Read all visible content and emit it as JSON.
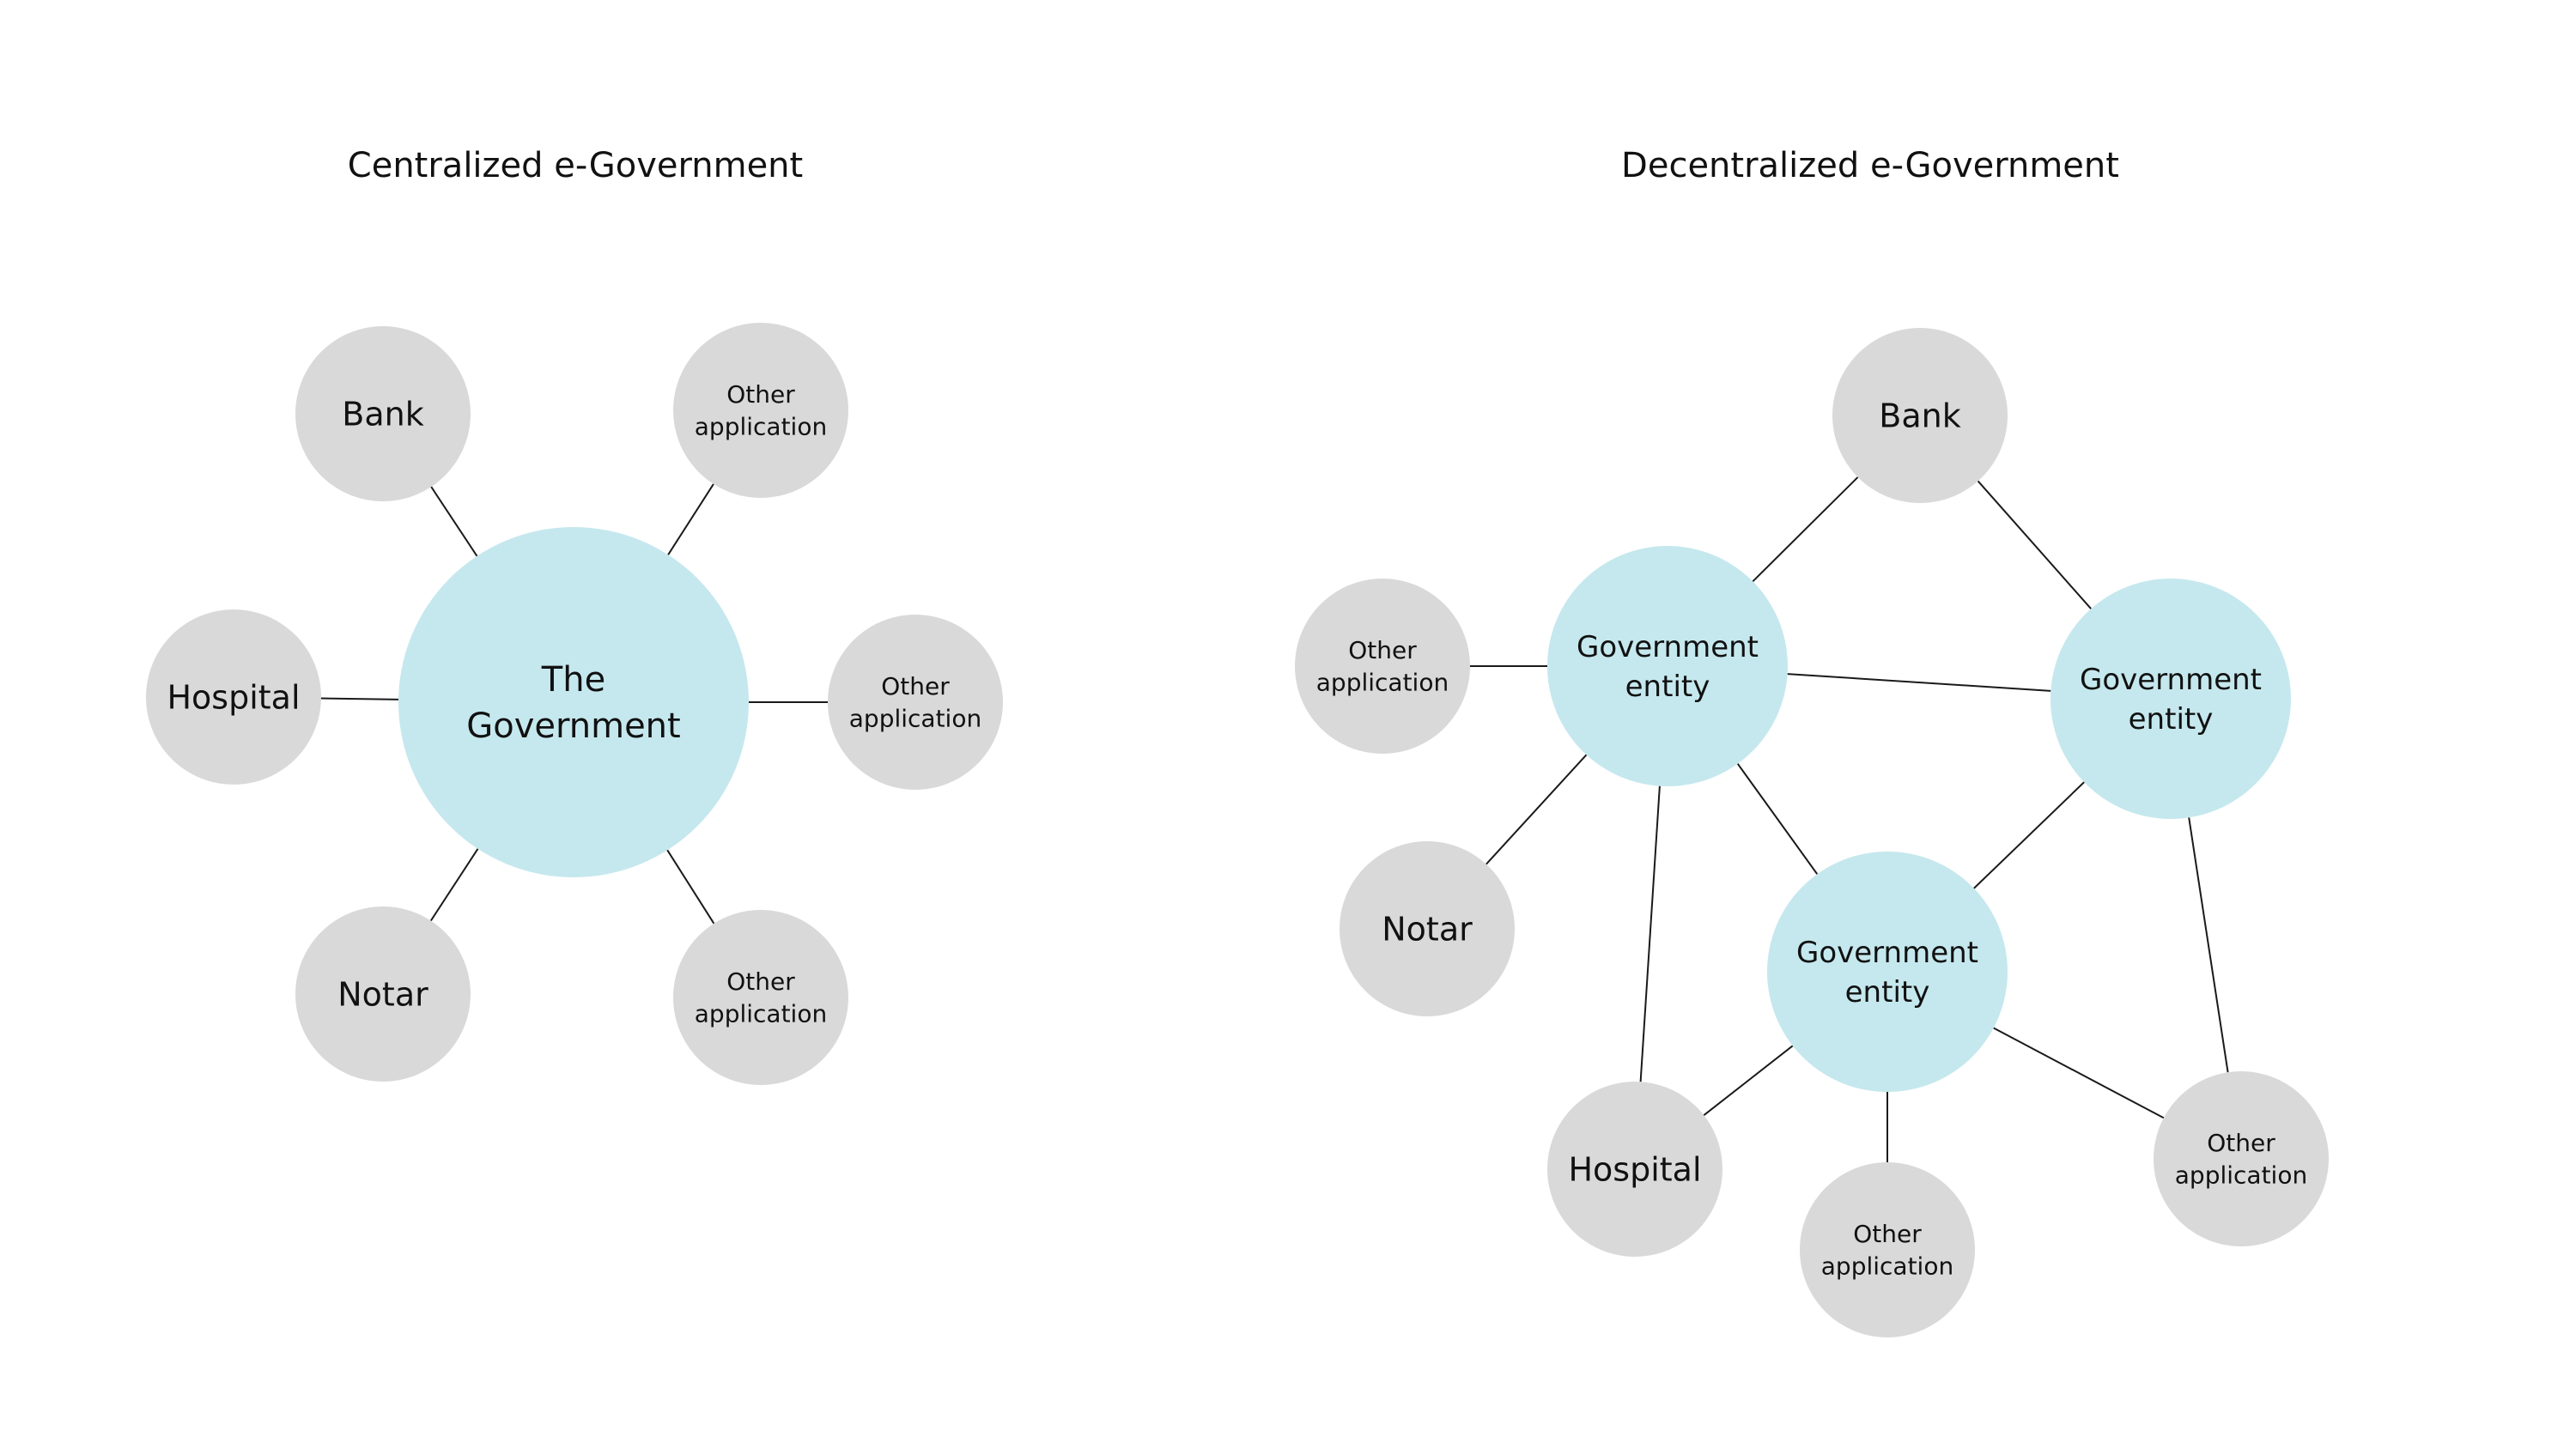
{
  "colors": {
    "background": "#ffffff",
    "entity_fill": "#c5e8ee",
    "participant_fill": "#d9d9d9",
    "line": "#1a1a1a",
    "text": "#111111"
  },
  "diagrams": [
    {
      "id": "centralized",
      "title": "Centralized e-Government",
      "nodes": [
        {
          "id": "gov",
          "kind": "entity",
          "lines": [
            "The",
            "Government"
          ]
        },
        {
          "id": "bank",
          "kind": "participant",
          "lines": [
            "Bank"
          ]
        },
        {
          "id": "other1",
          "kind": "participant",
          "lines": [
            "Other",
            "application"
          ]
        },
        {
          "id": "hospital",
          "kind": "participant",
          "lines": [
            "Hospital"
          ]
        },
        {
          "id": "other2",
          "kind": "participant",
          "lines": [
            "Other",
            "application"
          ]
        },
        {
          "id": "notar",
          "kind": "participant",
          "lines": [
            "Notar"
          ]
        },
        {
          "id": "other3",
          "kind": "participant",
          "lines": [
            "Other",
            "application"
          ]
        }
      ],
      "edges": [
        [
          "gov",
          "bank"
        ],
        [
          "gov",
          "other1"
        ],
        [
          "gov",
          "hospital"
        ],
        [
          "gov",
          "other2"
        ],
        [
          "gov",
          "notar"
        ],
        [
          "gov",
          "other3"
        ]
      ]
    },
    {
      "id": "decentralized",
      "title": "Decentralized e-Government",
      "nodes": [
        {
          "id": "bank",
          "kind": "participant",
          "lines": [
            "Bank"
          ]
        },
        {
          "id": "ge1",
          "kind": "entity",
          "lines": [
            "Government",
            "entity"
          ]
        },
        {
          "id": "ge2",
          "kind": "entity",
          "lines": [
            "Government",
            "entity"
          ]
        },
        {
          "id": "ge3",
          "kind": "entity",
          "lines": [
            "Government",
            "entity"
          ]
        },
        {
          "id": "other_left",
          "kind": "participant",
          "lines": [
            "Other",
            "application"
          ]
        },
        {
          "id": "notar",
          "kind": "participant",
          "lines": [
            "Notar"
          ]
        },
        {
          "id": "hospital",
          "kind": "participant",
          "lines": [
            "Hospital"
          ]
        },
        {
          "id": "other_bottom",
          "kind": "participant",
          "lines": [
            "Other",
            "application"
          ]
        },
        {
          "id": "other_right",
          "kind": "participant",
          "lines": [
            "Other",
            "application"
          ]
        }
      ],
      "edges": [
        [
          "bank",
          "ge1"
        ],
        [
          "bank",
          "ge2"
        ],
        [
          "ge1",
          "other_left"
        ],
        [
          "ge1",
          "ge2"
        ],
        [
          "ge1",
          "ge3"
        ],
        [
          "ge2",
          "ge3"
        ],
        [
          "ge1",
          "notar"
        ],
        [
          "ge1",
          "hospital"
        ],
        [
          "ge3",
          "hospital"
        ],
        [
          "ge3",
          "other_bottom"
        ],
        [
          "ge3",
          "other_right"
        ],
        [
          "ge2",
          "other_right"
        ]
      ]
    }
  ]
}
